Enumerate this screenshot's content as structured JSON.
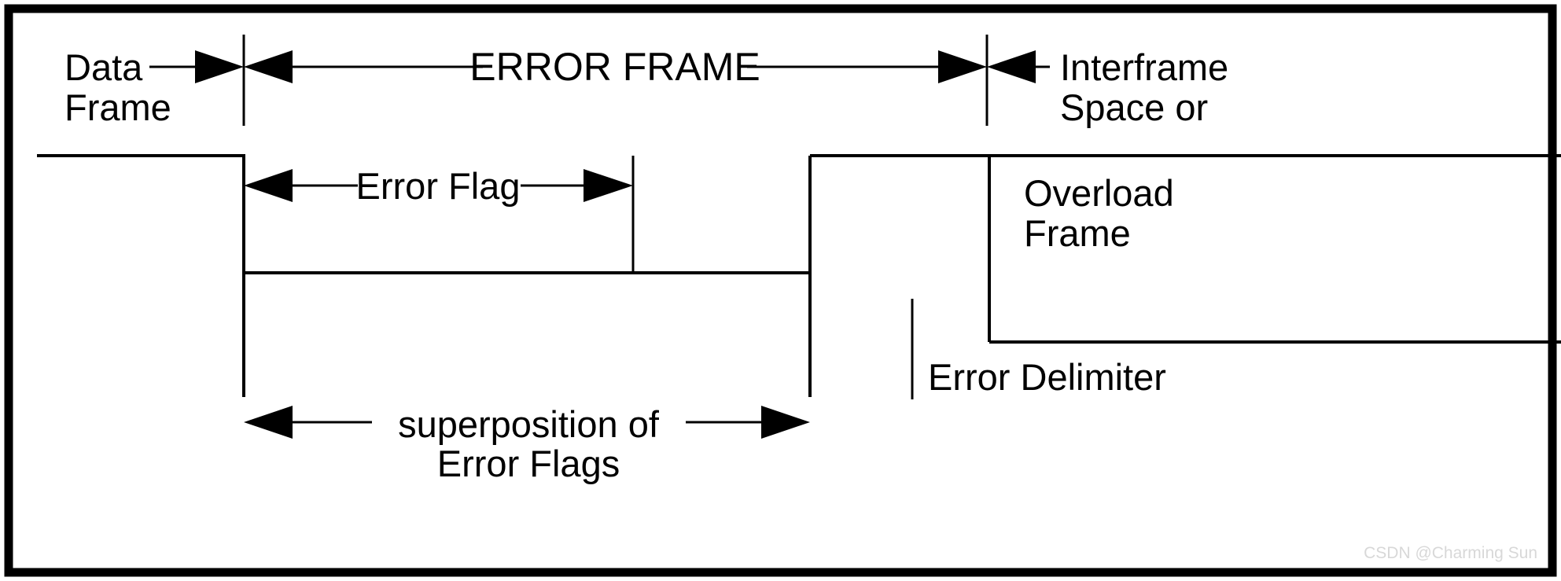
{
  "diagram": {
    "title_center": "ERROR FRAME",
    "labels": {
      "data_frame_line1": "Data",
      "data_frame_line2": "Frame",
      "interframe_line1": "Interframe",
      "interframe_line2": "Space or",
      "error_flag": "Error Flag",
      "overload_line1": "Overload",
      "overload_line2": "Frame",
      "superposition_line1": "superposition of",
      "superposition_line2": "Error Flags",
      "error_delimiter": "Error Delimiter"
    },
    "watermark": "CSDN @Charming Sun",
    "colors": {
      "stroke": "#000000",
      "background": "#ffffff",
      "watermark": "#d8d8d8"
    }
  }
}
